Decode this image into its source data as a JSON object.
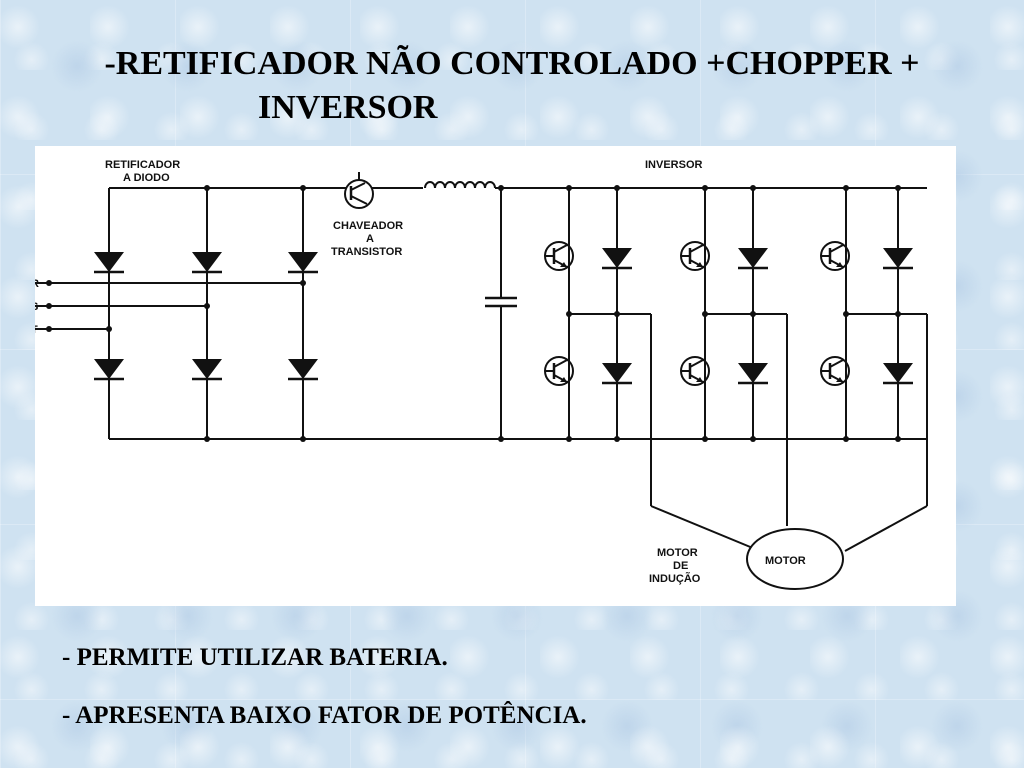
{
  "title": {
    "line1": "-RETIFICADOR NÃO CONTROLADO +CHOPPER +",
    "line2": "INVERSOR"
  },
  "diagram": {
    "labels": {
      "rectifier_line1": "RETIFICADOR",
      "rectifier_line2": "A DIODO",
      "chopper_line1": "CHAVEADOR",
      "chopper_line2": "A",
      "chopper_line3": "TRANSISTOR",
      "inverter": "INVERSOR",
      "motor": "MOTOR",
      "motor_type_line1": "MOTOR",
      "motor_type_line2": "DE",
      "motor_type_line3": "INDUÇÃO",
      "phase_r": "R",
      "phase_s": "S",
      "phase_t": "T"
    }
  },
  "bullets": [
    "- PERMITE UTILIZAR BATERIA.",
    "- APRESENTA BAIXO FATOR DE POTÊNCIA."
  ]
}
